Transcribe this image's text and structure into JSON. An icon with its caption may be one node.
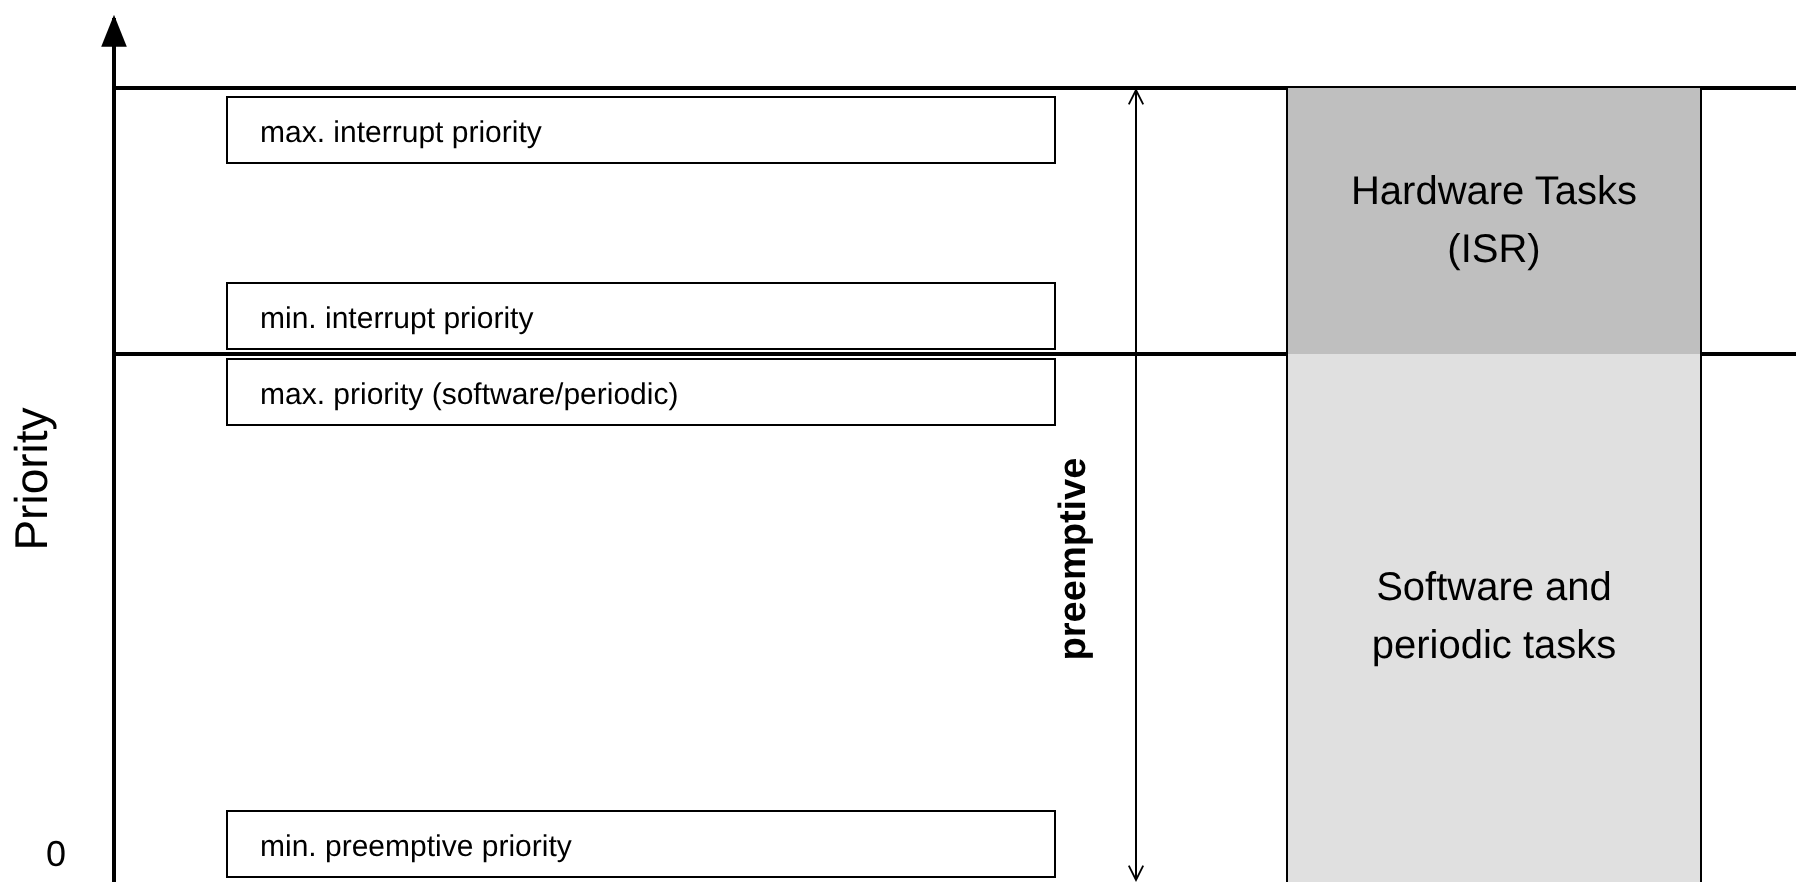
{
  "diagram": {
    "nodes": [
      {
        "text": [
          "max. interrupt priority"
        ]
      },
      {
        "text": [
          "min. interrupt priority"
        ]
      },
      {
        "text": [
          "max. priority (software/periodic)"
        ]
      },
      {
        "text": [
          "min. preemptive priority"
        ]
      },
      {
        "text": [
          "Hardware Tasks (ISR)"
        ]
      },
      {
        "text": [
          "Software and periodic tasks"
        ]
      }
    ],
    "labels": [
      "Priority",
      "0",
      "preemptive"
    ]
  }
}
